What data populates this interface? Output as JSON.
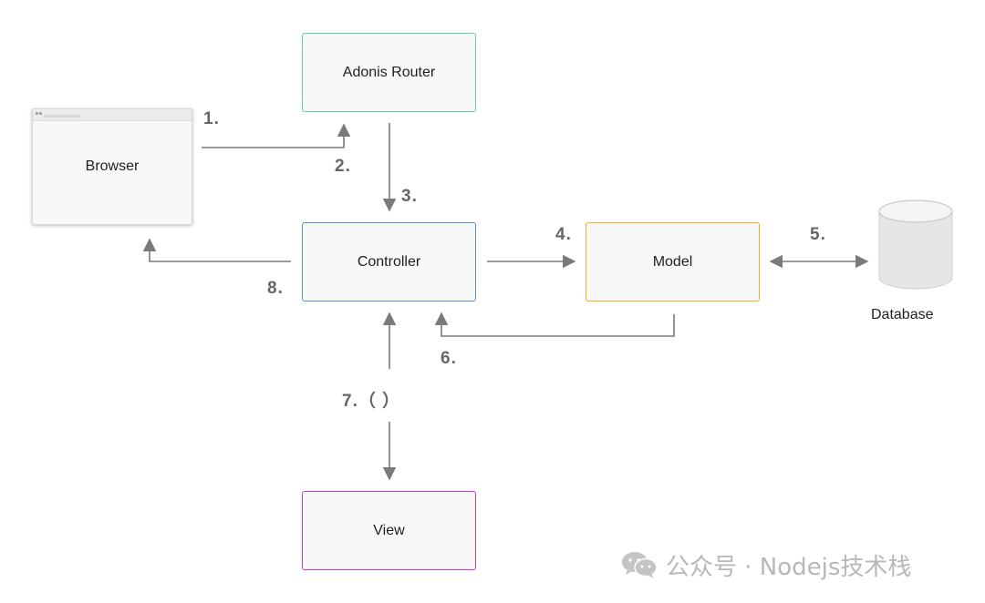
{
  "nodes": {
    "router": "Adonis Router",
    "browser": "Browser",
    "controller": "Controller",
    "model": "Model",
    "view": "View",
    "database": "Database"
  },
  "steps": {
    "s1": "1.",
    "s2": "2.",
    "s3": "3.",
    "s4": "4.",
    "s5": "5.",
    "s6": "6.",
    "s7": "7.（ ）",
    "s8": "8."
  },
  "watermark": {
    "text": "公众号 · Nodejs技术栈",
    "icon": "wechat-icon"
  },
  "colors": {
    "router_border": "#5ed0a8",
    "controller_border": "#5a8fdc",
    "model_border": "#f0b020",
    "view_border": "#d630d6",
    "arrow": "#7a7a7a"
  }
}
